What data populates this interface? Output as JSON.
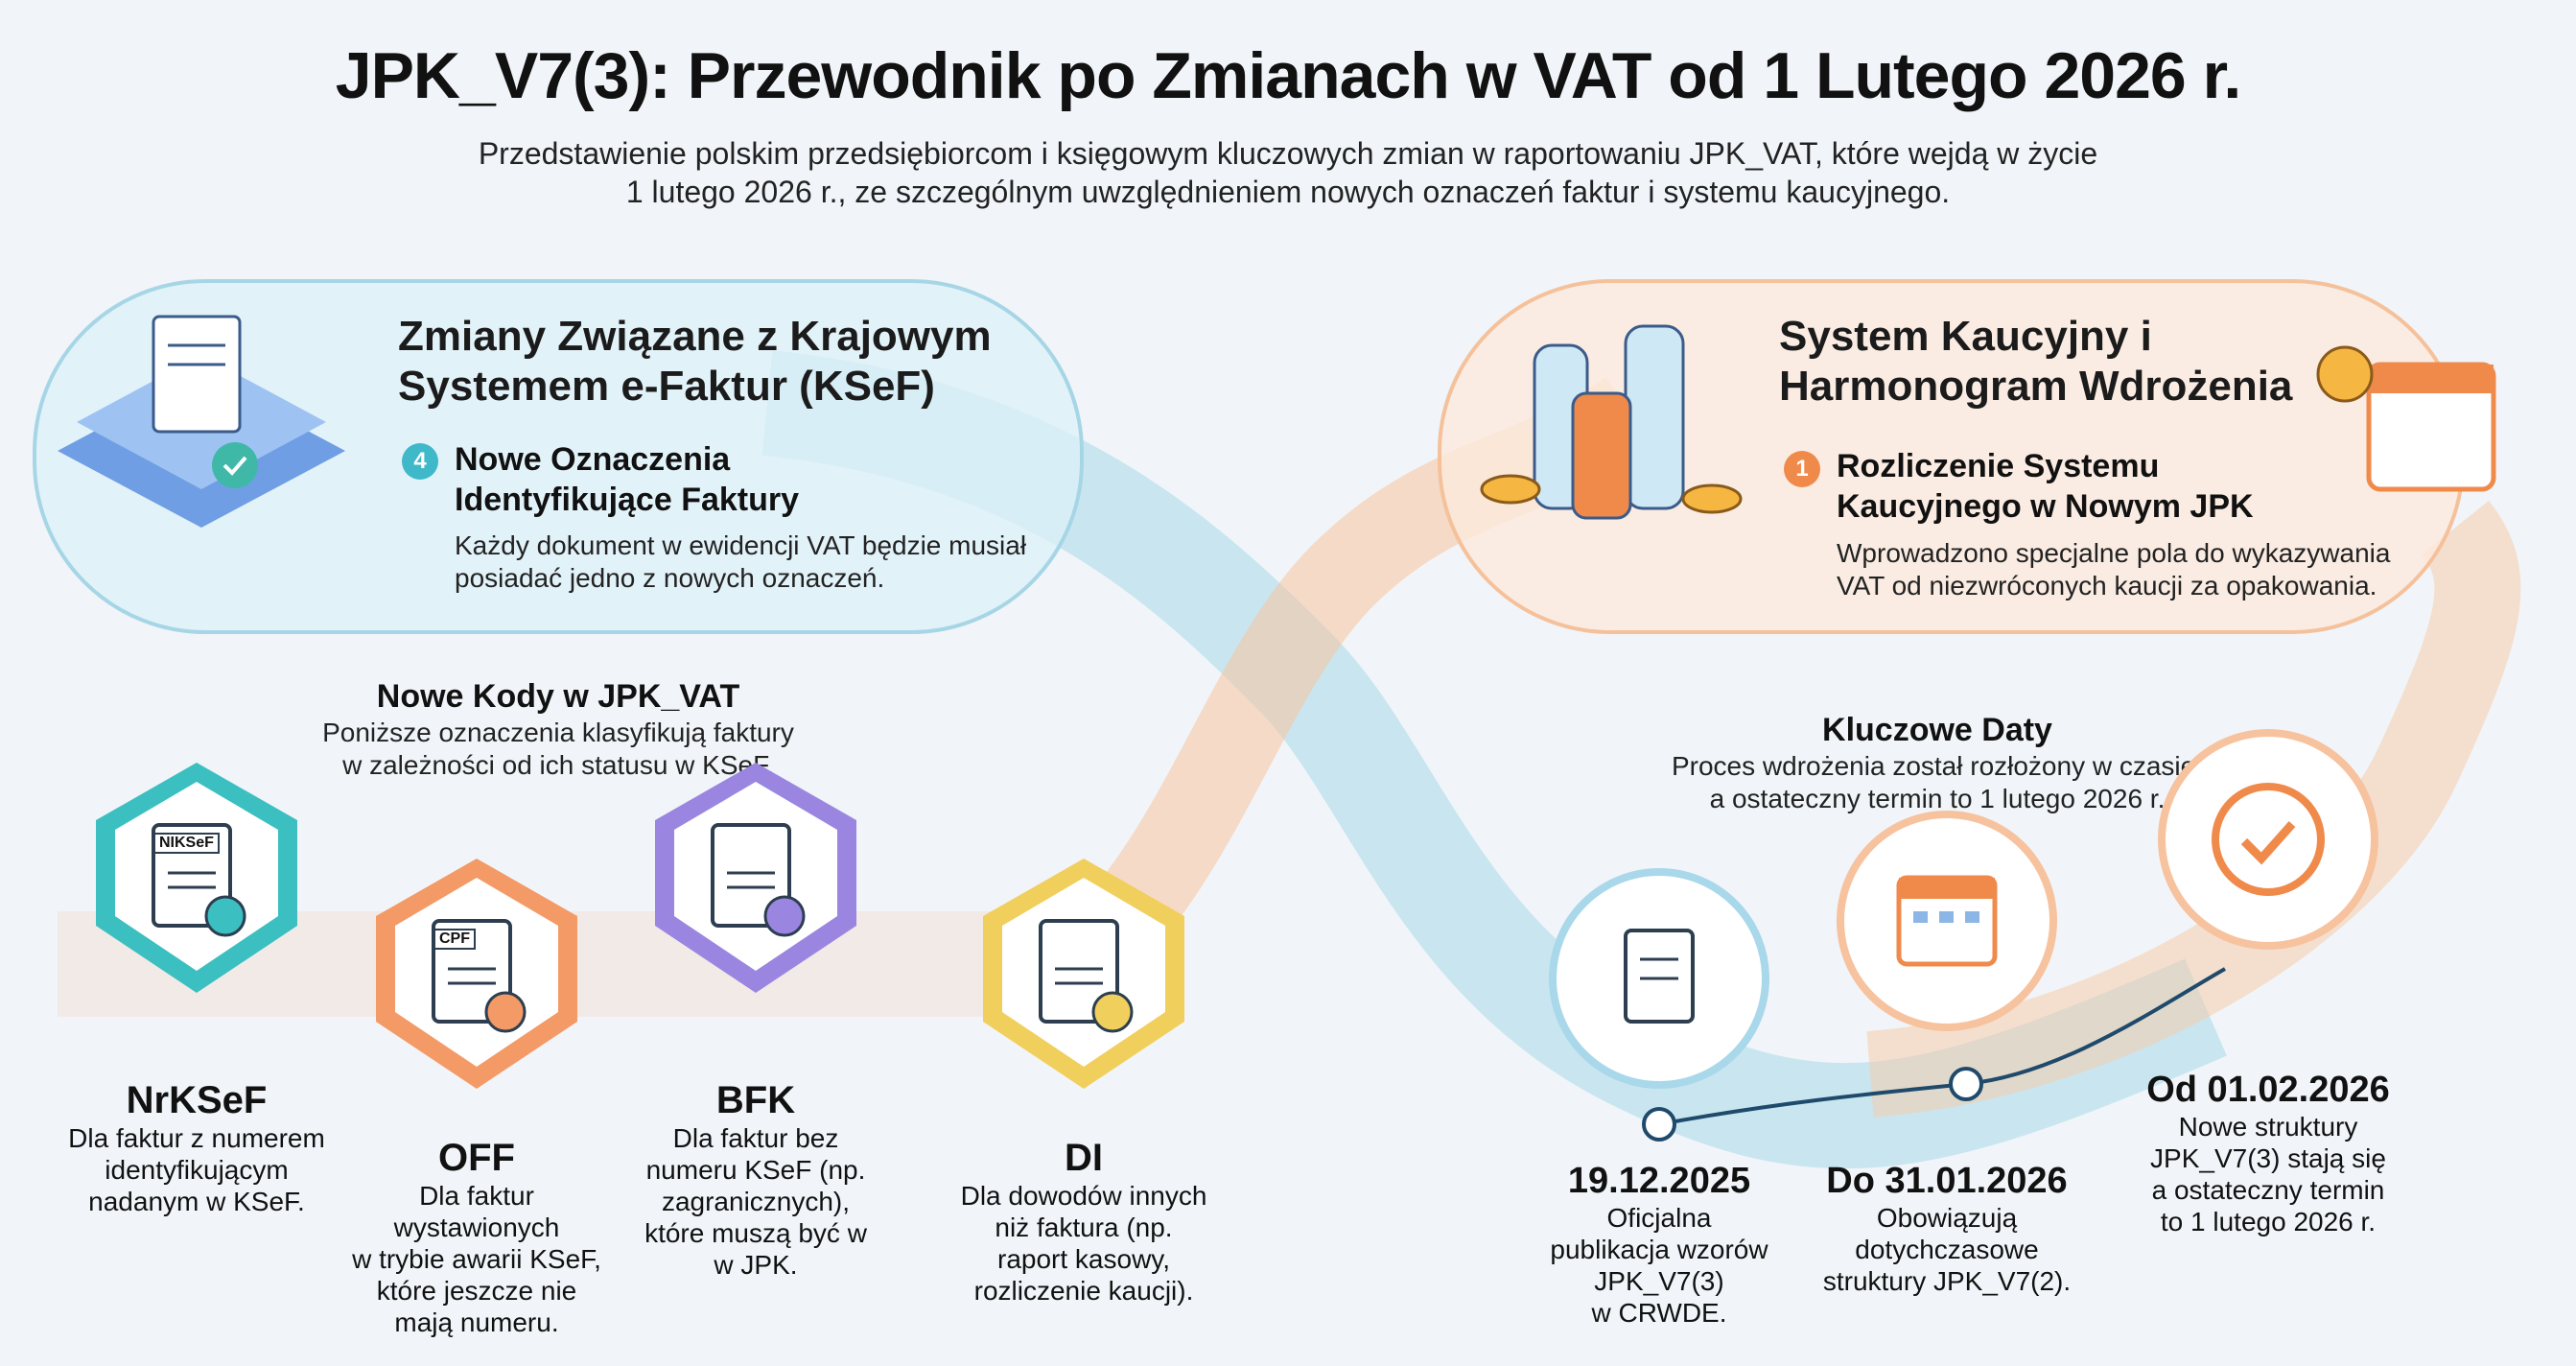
{
  "header": {
    "title": "JPK_V7(3): Przewodnik po Zmianach w VAT od 1 Lutego 2026 r.",
    "subtitle_1": "Przedstawienie polskim przedsiębiorcom i księgowym kluczowych zmian w raportowaniu JPK_VAT, które wejdą w życie",
    "subtitle_2": "1 lutego 2026 r., ze szczególnym uwzględnieniem nowych oznaczeń faktur i systemu kaucyjnego."
  },
  "ksef_section": {
    "title_1": "Zmiany Związane z Krajowym",
    "title_2": "Systemem e-Faktur (KSeF)",
    "badge": "4",
    "subtitle_1": "Nowe Oznaczenia",
    "subtitle_2": "Identyfikujące Faktury",
    "desc_1": "Każdy dokument w ewidencji VAT będzie musiał",
    "desc_2": "posiadać jedno z nowych oznaczeń.",
    "icon": "server-invoice-icon",
    "accent": "#3fb8c9"
  },
  "deposit_section": {
    "title_1": "System Kaucyjny i",
    "title_2": "Harmonogram Wdrożenia",
    "badge": "1",
    "subtitle_1": "Rozliczenie Systemu",
    "subtitle_2": "Kaucyjnego w Nowym JPK",
    "desc_1": "Wprowadzono specjalne pola do wykazywania",
    "desc_2": "VAT od niezwróconych kaucji za opakowania.",
    "icon": "bottles-coins-icon",
    "accent": "#f08a4b"
  },
  "codes": {
    "title": "Nowe Kody w JPK_VAT",
    "desc_1": "Poniższe oznaczenia klasyfikują faktury",
    "desc_2": "w zależności od ich statusu w KSeF.",
    "items": [
      {
        "code": "NrKSeF",
        "icon_label": "NIKSeF",
        "color": "#3bbfc0",
        "lines": [
          "Dla faktur z numerem",
          "identyfikującym",
          "nadanym w KSeF."
        ]
      },
      {
        "code": "OFF",
        "icon_label": "CPF",
        "color": "#f39a66",
        "lines": [
          "Dla faktur",
          "wystawionych",
          "w trybie awarii KSeF,",
          "które jeszcze nie",
          "mają numeru."
        ]
      },
      {
        "code": "BFK",
        "icon_label": "",
        "color": "#9a86e0",
        "lines": [
          "Dla faktur bez",
          "numeru KSeF (np.",
          "zagranicznych),",
          "które muszą być w",
          "w JPK."
        ]
      },
      {
        "code": "DI",
        "icon_label": "",
        "color": "#f1cf5c",
        "lines": [
          "Dla dowodów innych",
          "niż faktura (np.",
          "raport kasowy,",
          "rozliczenie kaucji)."
        ]
      }
    ]
  },
  "dates": {
    "title": "Kluczowe Daty",
    "desc_1": "Proces wdrożenia został rozłożony w czasie,",
    "desc_2": "a ostateczny termin to 1 lutego 2026 r.",
    "items": [
      {
        "date": "19.12.2025",
        "icon": "document-icon",
        "lines": [
          "Oficjalna",
          "publikacja wzorów",
          "JPK_V7(3)",
          "w CRWDE."
        ]
      },
      {
        "date": "Do 31.01.2026",
        "icon": "calendar-icon",
        "lines": [
          "Obowiązują",
          "dotychczasowe",
          "struktury JPK_V7(2)."
        ]
      },
      {
        "date": "Od 01.02.2026",
        "icon": "clock-check-icon",
        "lines": [
          "Nowe struktury",
          "JPK_V7(3) stają się",
          "a ostateczny termin",
          "to 1 lutego 2026 r."
        ]
      }
    ]
  }
}
